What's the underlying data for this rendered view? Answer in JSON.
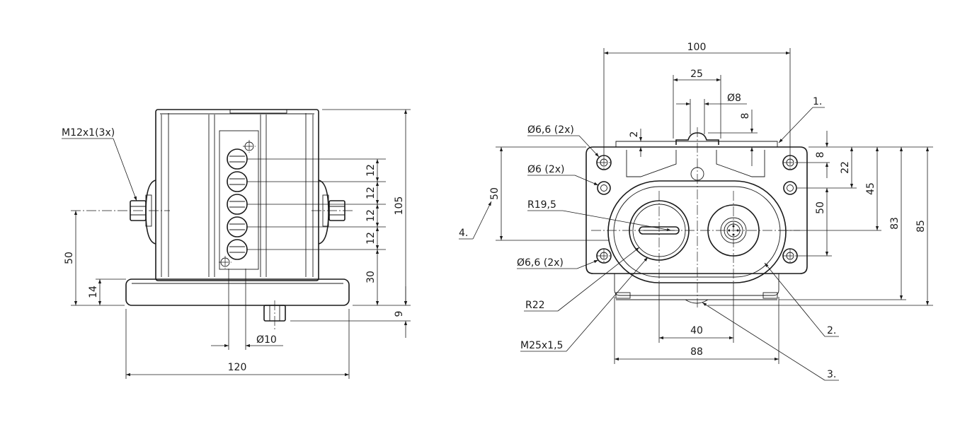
{
  "left_view": {
    "thread_callout": "M12x1(3x)",
    "dim_width": "120",
    "dim_height_total": "105",
    "dim_axis_height": "50",
    "dim_base_height": "14",
    "dim_led_pitch": [
      "12",
      "12",
      "12",
      "12"
    ],
    "dim_led_base": "30",
    "dim_bottom": "9",
    "dim_diameter": "Ø10"
  },
  "right_view": {
    "dim_width_total": "100",
    "dim_center": "25",
    "dim_pin_diameter": "Ø8",
    "dim_pin_height": "8",
    "dim_top_small": "2",
    "hole_callout_top": "Ø6,6 (2x)",
    "hole_callout_mid": "Ø6 (2x)",
    "hole_callout_bottom": "Ø6,6 (2x)",
    "radius_inner": "R19,5",
    "radius_outer": "R22",
    "thread_entry": "M25x1,5",
    "dim_height_left": "50",
    "dim_right": [
      "8",
      "22",
      "45",
      "50",
      "83",
      "85"
    ],
    "dim_bottom_spacing": "40",
    "dim_bottom_width": "88",
    "callouts": [
      "1.",
      "2.",
      "3.",
      "4."
    ]
  }
}
